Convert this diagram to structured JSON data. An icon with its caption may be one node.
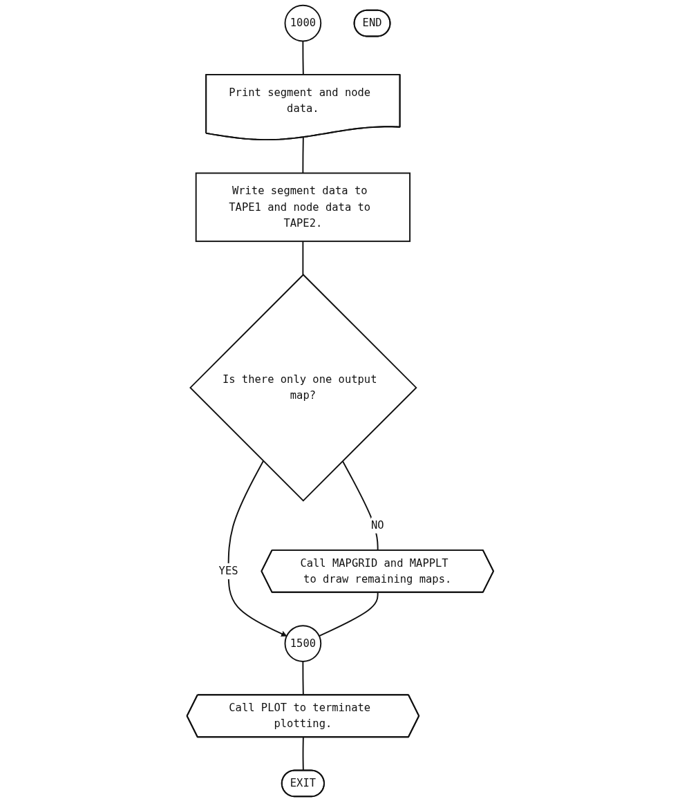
{
  "diagram": {
    "nodes": [
      {
        "text": [
          "1000"
        ]
      },
      {
        "text": [
          "Print segment and node data."
        ]
      },
      {
        "text": [
          "Write segment data to TAPE1 and node data to TAPE2."
        ]
      },
      {
        "text": [
          "Is there only one output map?"
        ]
      },
      {
        "text": [
          "Call MAPGRID and MAPPLT to draw remaining maps."
        ]
      },
      {
        "text": [
          "1500"
        ]
      },
      {
        "text": [
          "Call PLOT to terminate plotting."
        ]
      },
      {
        "text": [
          "EXIT"
        ]
      },
      {
        "text": [
          "END"
        ]
      }
    ],
    "edges": [
      {
        "from": 0,
        "to": 1,
        "arrow": "none"
      },
      {
        "from": 1,
        "to": 2,
        "arrow": "none"
      },
      {
        "from": 2,
        "to": 3,
        "arrow": "none"
      },
      {
        "from": 3,
        "to": 4,
        "arrow": "none",
        "label": "NO"
      },
      {
        "from": 3,
        "to": 5,
        "arrow": "to",
        "label": "YES"
      },
      {
        "from": 4,
        "to": 5,
        "arrow": "none"
      },
      {
        "from": 5,
        "to": 6,
        "arrow": "none"
      },
      {
        "from": 6,
        "to": 7,
        "arrow": "none"
      }
    ]
  }
}
